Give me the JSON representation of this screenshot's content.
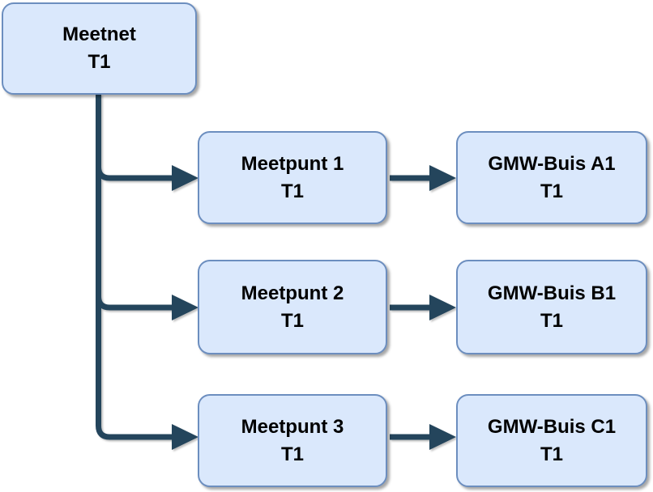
{
  "diagram": {
    "type": "tree",
    "nodes": [
      {
        "id": "meetnet",
        "line1": "Meetnet",
        "line2": "T1"
      },
      {
        "id": "meetpunt1",
        "line1": "Meetpunt 1",
        "line2": "T1"
      },
      {
        "id": "meetpunt2",
        "line1": "Meetpunt 2",
        "line2": "T1"
      },
      {
        "id": "meetpunt3",
        "line1": "Meetpunt 3",
        "line2": "T1"
      },
      {
        "id": "gmw-a1",
        "line1": "GMW-Buis A1",
        "line2": "T1"
      },
      {
        "id": "gmw-b1",
        "line1": "GMW-Buis B1",
        "line2": "T1"
      },
      {
        "id": "gmw-c1",
        "line1": "GMW-Buis C1",
        "line2": "T1"
      }
    ],
    "edges": [
      {
        "from": "meetnet",
        "to": "meetpunt1"
      },
      {
        "from": "meetnet",
        "to": "meetpunt2"
      },
      {
        "from": "meetnet",
        "to": "meetpunt3"
      },
      {
        "from": "meetpunt1",
        "to": "gmw-a1"
      },
      {
        "from": "meetpunt2",
        "to": "gmw-b1"
      },
      {
        "from": "meetpunt3",
        "to": "gmw-c1"
      }
    ],
    "colors": {
      "node_fill": "#dae8fc",
      "node_border": "#6c8ebf",
      "connector": "#24455c",
      "text": "#000000",
      "background": "#ffffff"
    }
  }
}
